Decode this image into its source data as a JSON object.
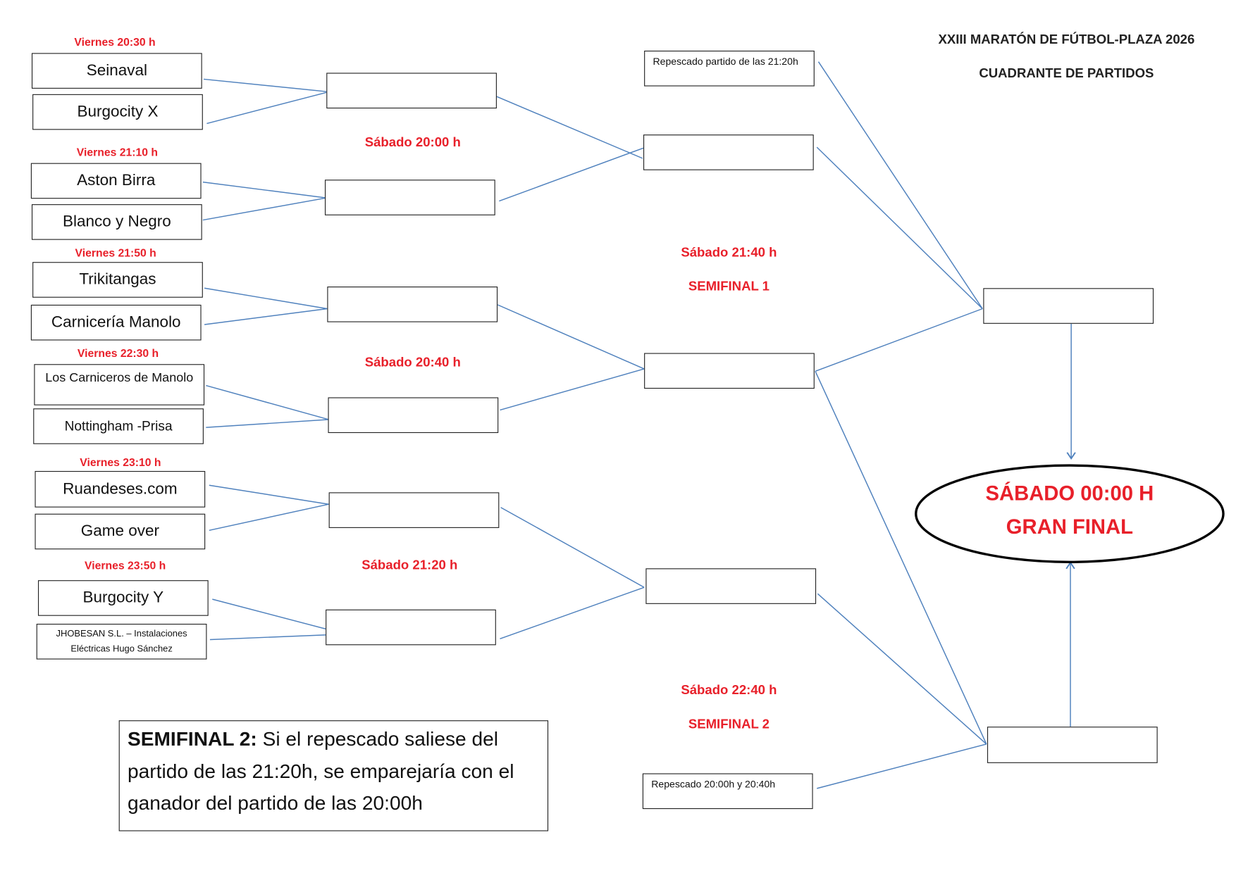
{
  "title": "XXIII MARATÓN DE FÚTBOL-PLAZA 2026",
  "subtitle": "CUADRANTE DE PARTIDOS",
  "first_round": [
    {
      "time": "Viernes 20:30 h",
      "teams": [
        "Seinaval",
        "Burgocity X"
      ]
    },
    {
      "time": "Viernes 21:10 h",
      "teams": [
        "Aston Birra",
        "Blanco y Negro"
      ]
    },
    {
      "time": "Viernes 21:50 h",
      "teams": [
        "Trikitangas",
        "Carnicería Manolo"
      ]
    },
    {
      "time": "Viernes 22:30 h",
      "teams": [
        "Los Carniceros de Manolo",
        "Nottingham -Prisa"
      ]
    },
    {
      "time": "Viernes 23:10 h",
      "teams": [
        "Ruandeses.com",
        "Game over"
      ]
    },
    {
      "time": "Viernes 23:50 h",
      "teams": [
        "Burgocity Y",
        "JHOBESAN S.L. – Instalaciones Eléctricas Hugo Sánchez"
      ]
    }
  ],
  "second_round_times": [
    "Sábado 20:00 h",
    "Sábado 20:40 h",
    "Sábado 21:20 h"
  ],
  "repescado_top": "Repescado partido de las 21:20h",
  "repescado_bottom": "Repescado 20:00h y 20:40h",
  "semifinal_1": {
    "time": "Sábado 21:40 h",
    "label": "SEMIFINAL 1"
  },
  "semifinal_2": {
    "time": "Sábado 22:40 h",
    "label": "SEMIFINAL 2"
  },
  "final": {
    "time": "SÁBADO 00:00 H",
    "label": "GRAN FINAL"
  },
  "note": {
    "label": "SEMIFINAL 2:",
    "lines": [
      "Si el repescado saliese del",
      "partido de las 21:20h, se emparejaría con el",
      "ganador del partido de las 20:00h"
    ]
  },
  "colors": {
    "accent_red": "#e8202a",
    "connector_blue": "#4f81bd",
    "border": "#222222"
  }
}
